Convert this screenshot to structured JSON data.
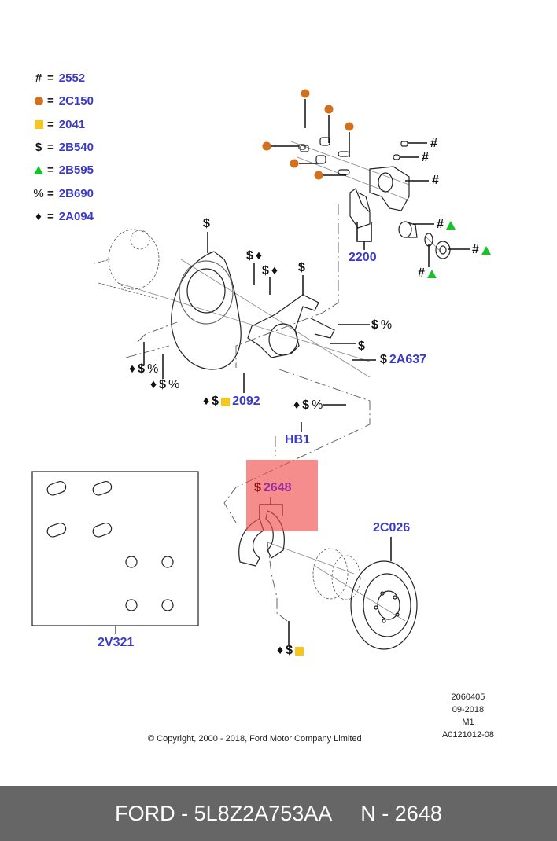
{
  "legend": [
    {
      "symbol": "#",
      "symbol_icon": "hash-icon",
      "code": "2552"
    },
    {
      "symbol": "●",
      "symbol_icon": "orange-circle-icon",
      "code": "2C150",
      "color": "#d2701e"
    },
    {
      "symbol": "■",
      "symbol_icon": "yellow-square-icon",
      "code": "2041",
      "color": "#f7c521"
    },
    {
      "symbol": "$",
      "symbol_icon": "dollar-icon",
      "code": "2B540"
    },
    {
      "symbol": "▲",
      "symbol_icon": "green-triangle-icon",
      "code": "2B595",
      "color": "#16c42a"
    },
    {
      "symbol": "%",
      "symbol_icon": "percent-icon",
      "code": "2B690"
    },
    {
      "symbol": "♦",
      "symbol_icon": "diamond-icon",
      "code": "2A094"
    }
  ],
  "callouts": {
    "c2200": "2200",
    "c2A637": "2A637",
    "c2092": "2092",
    "cHB1": "HB1",
    "c2648": "2648",
    "c2C026": "2C026",
    "c2V321": "2V321"
  },
  "symbols": {
    "hash": "#",
    "dollar": "$",
    "percent": "%",
    "diamond": "♦"
  },
  "highlight": {
    "part": "2648",
    "color": "#f05050"
  },
  "meta": {
    "line1": "2060405",
    "line2": "09-2018",
    "line3": "M1",
    "line4": "A0121012-08"
  },
  "copyright": "© Copyright, 2000 - 2018, Ford Motor Company Limited",
  "footer": {
    "part_label": "FORD - 5L8Z2A753AA",
    "ref_label": "N - 2648"
  }
}
